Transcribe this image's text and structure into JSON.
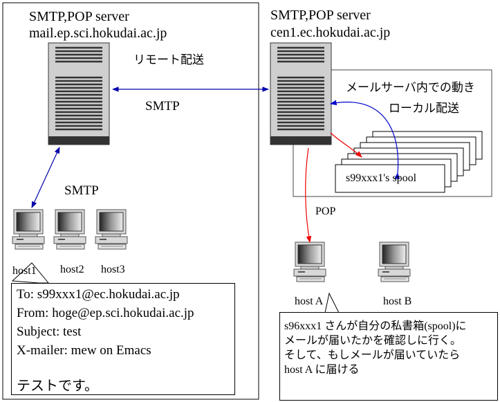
{
  "left_server": {
    "title_line1": "SMTP,POP server",
    "title_line2": "mail.ep.sci.hokudai.ac.jp"
  },
  "right_server": {
    "title_line1": "SMTP,POP server",
    "title_line2": "cen1.ec.hokudai.ac.jp"
  },
  "labels": {
    "remote_delivery": "リモート配送",
    "smtp_between_servers": "SMTP",
    "smtp_to_host": "SMTP",
    "internal_movement": "メールサーバ内での動き",
    "local_delivery": "ローカル配送",
    "spool": "s99xxx1's spool",
    "pop": "POP"
  },
  "hosts": {
    "host1": "host1",
    "host2": "host2",
    "host3": "host3",
    "host_a": "host A",
    "host_b": "host B"
  },
  "mail": {
    "to": "To: s99xxx1@ec.hokudai.ac.jp",
    "from": "From: hoge@ep.sci.hokudai.ac.jp",
    "subject": "Subject: test",
    "mailer": "X-mailer: mew on Emacs",
    "body": "テストです。"
  },
  "note": {
    "line1": "s96xxx1 さんが自分の私書箱(spool)に",
    "line2": "メールが届いたかを確認しに行く。",
    "line3": "そして、もしメールが届いていたら",
    "line4": "host A に届ける"
  },
  "colors": {
    "smtp_arrow": "#0000aa",
    "local_delivery_arrow": "#0000cc",
    "pop_arrow": "#ee0000"
  }
}
